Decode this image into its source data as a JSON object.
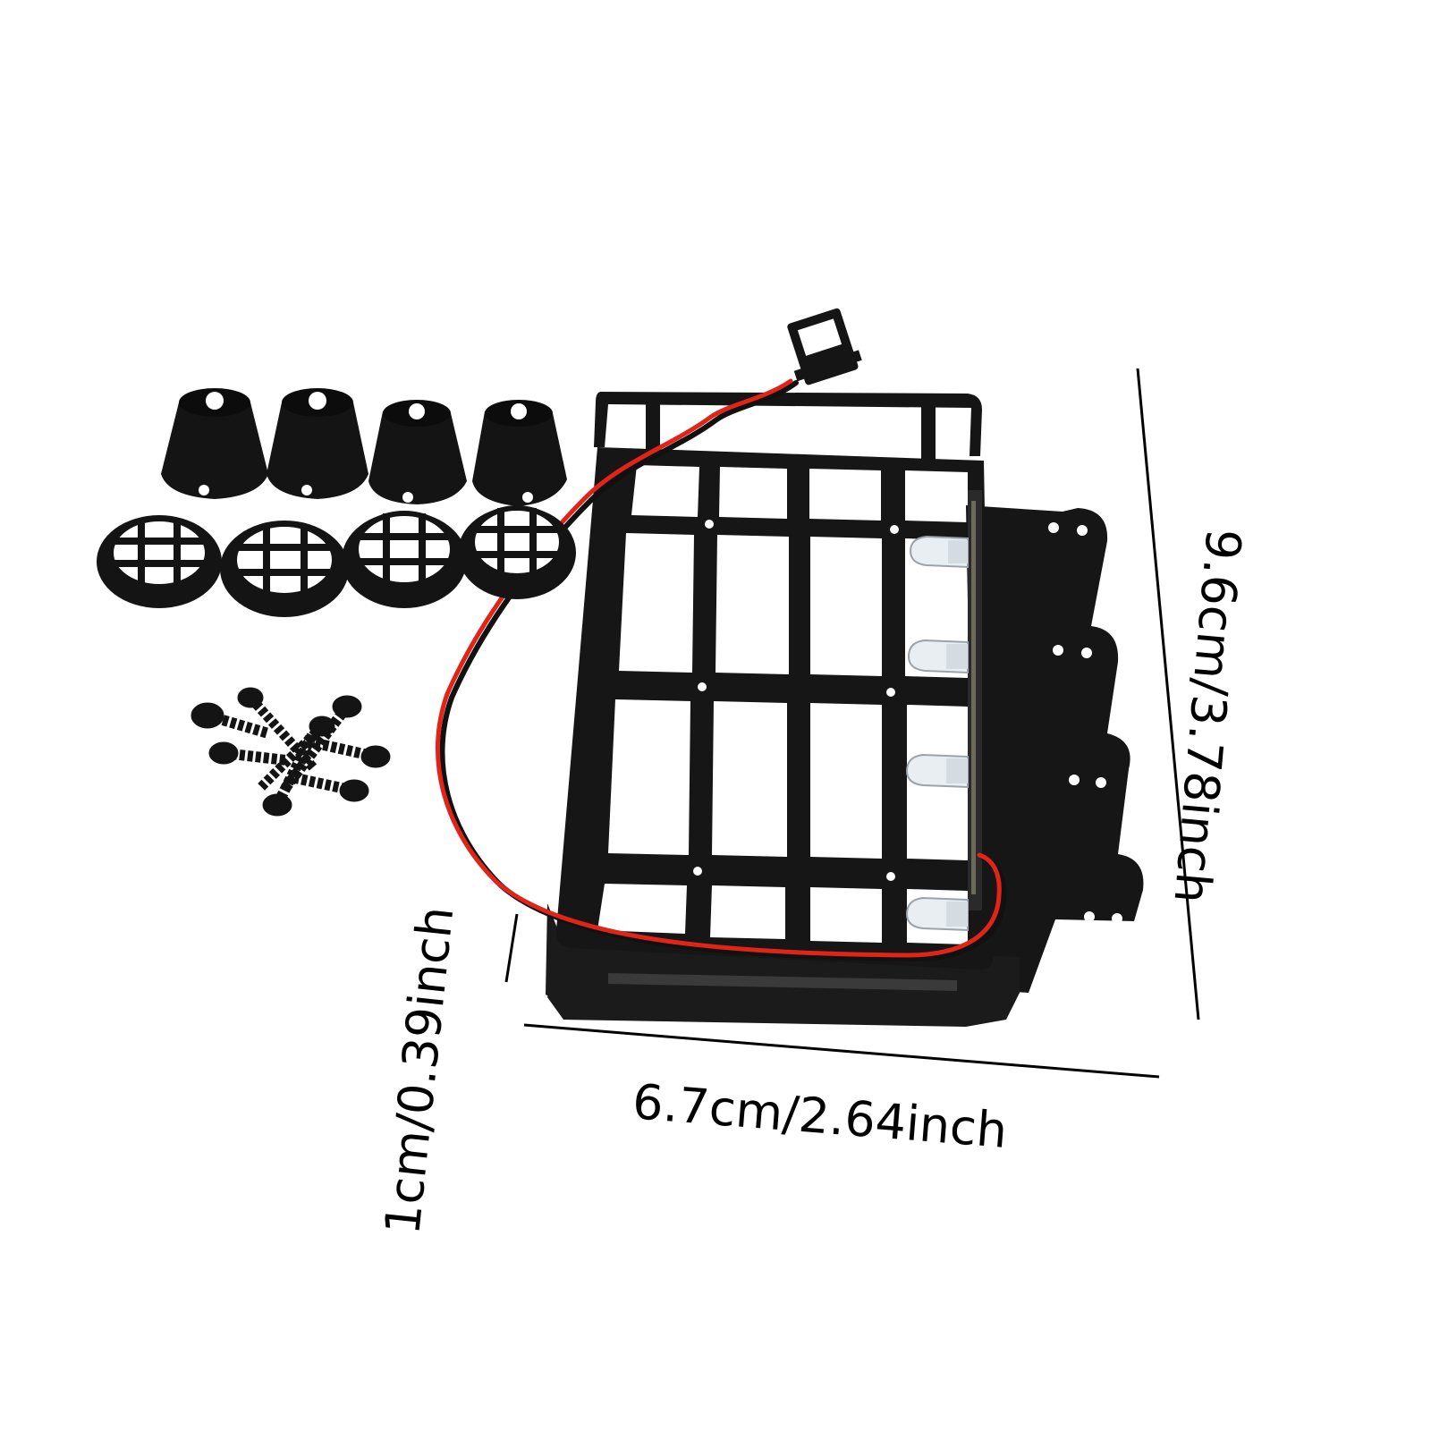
{
  "dimensions": {
    "length": "9.6cm/3.78inch",
    "width": "6.7cm/2.64inch",
    "height": "1cm/0.39inch"
  },
  "colors": {
    "background": "#ffffff",
    "part_black": "#141414",
    "wire_red": "#e02418",
    "wire_black": "#111111",
    "led_lens": "#e9eef2"
  },
  "items": {
    "light_housings": 4,
    "light_grills": 4,
    "screws": 8,
    "leds": 4
  }
}
